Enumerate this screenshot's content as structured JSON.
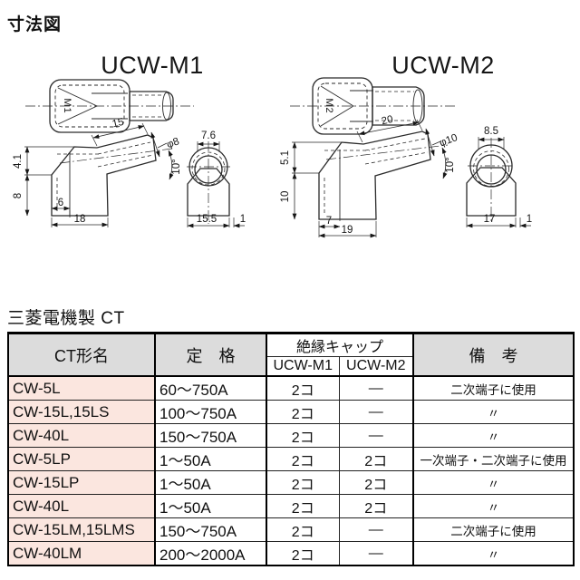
{
  "page": {
    "title": "寸法図",
    "section2_title": "三菱電機製 CT"
  },
  "drawings": [
    {
      "name": "UCW-M1",
      "mark": "M1",
      "dims": {
        "nozzle_len": "15",
        "dia": "φ8",
        "angle": "10°",
        "h_top": "4.1",
        "h_bottom": "8",
        "base_inner": "6",
        "base_len": "18",
        "front_top": "7.6",
        "front_width": "15.5",
        "front_wall": "1"
      }
    },
    {
      "name": "UCW-M2",
      "mark": "M2",
      "dims": {
        "nozzle_len": "20",
        "dia": "φ10",
        "angle": "10°",
        "h_top": "5.1",
        "h_bottom": "10",
        "base_inner": "7",
        "base_len": "19",
        "front_top": "8.5",
        "front_width": "17",
        "front_wall": "1"
      }
    }
  ],
  "table": {
    "headers": {
      "model": "CT形名",
      "rating": "定　格",
      "cap_group": "絶縁キャップ",
      "cap_m1": "UCW-M1",
      "cap_m2": "UCW-M2",
      "remarks": "備　考"
    },
    "rows": [
      {
        "model": "CW-5L",
        "rating": "60〜750A",
        "m1": "2コ",
        "m2": "―",
        "remarks": "二次端子に使用"
      },
      {
        "model": "CW-15L,15LS",
        "rating": "100〜750A",
        "m1": "2コ",
        "m2": "―",
        "remarks": "〃"
      },
      {
        "model": "CW-40L",
        "rating": "150〜750A",
        "m1": "2コ",
        "m2": "―",
        "remarks": "〃"
      },
      {
        "model": "CW-5LP",
        "rating": "1〜50A",
        "m1": "2コ",
        "m2": "2コ",
        "remarks": "一次端子・二次端子に使用"
      },
      {
        "model": "CW-15LP",
        "rating": "1〜50A",
        "m1": "2コ",
        "m2": "2コ",
        "remarks": "〃"
      },
      {
        "model": "CW-40L",
        "rating": "1〜50A",
        "m1": "2コ",
        "m2": "2コ",
        "remarks": "〃"
      },
      {
        "model": "CW-15LM,15LMS",
        "rating": "150〜750A",
        "m1": "2コ",
        "m2": "―",
        "remarks": "二次端子に使用"
      },
      {
        "model": "CW-40LM",
        "rating": "200〜2000A",
        "m1": "2コ",
        "m2": "―",
        "remarks": "〃"
      }
    ],
    "colors": {
      "header_bg": "#dcdcdc",
      "model_bg": "#fbe6df",
      "line": "#161616"
    }
  }
}
